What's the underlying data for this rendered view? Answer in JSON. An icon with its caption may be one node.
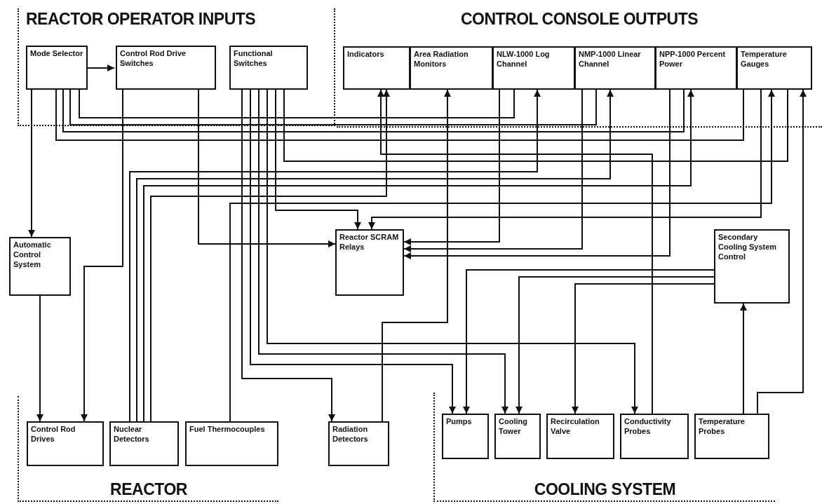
{
  "diagram": {
    "nodes": [
      {
        "text": [
          "REACTOR OPERATOR INPUTS"
        ]
      },
      {
        "text": [
          "Mode Selector"
        ],
        "in": 0
      },
      {
        "text": [
          "Control Rod Drive Switches"
        ],
        "in": 0
      },
      {
        "text": [
          "Functional Switches"
        ],
        "in": 0
      },
      {
        "text": [
          "CONTROL CONSOLE OUTPUTS"
        ]
      },
      {
        "text": [
          "Indicators"
        ],
        "in": 4
      },
      {
        "text": [
          "Area Radiation Monitors"
        ],
        "in": 4
      },
      {
        "text": [
          "NLW-1000 Log Channel"
        ],
        "in": 4
      },
      {
        "text": [
          "NMP-1000 Linear Channel"
        ],
        "in": 4
      },
      {
        "text": [
          "NPP-1000 Percent Power"
        ],
        "in": 4
      },
      {
        "text": [
          "Temperature Gauges"
        ],
        "in": 4
      },
      {
        "text": [
          "Automatic Control System"
        ]
      },
      {
        "text": [
          "Reactor SCRAM Relays"
        ]
      },
      {
        "text": [
          "Secondary Cooling System Control"
        ]
      },
      {
        "text": [
          "REACTOR"
        ]
      },
      {
        "text": [
          "Control Rod Drives"
        ],
        "in": 14
      },
      {
        "text": [
          "Nuclear Detectors"
        ],
        "in": 14
      },
      {
        "text": [
          "Fuel Thermocouples"
        ],
        "in": 14
      },
      {
        "text": [
          "Radiation Detectors"
        ]
      },
      {
        "text": [
          "COOLING SYSTEM"
        ]
      },
      {
        "text": [
          "Pumps"
        ],
        "in": 19
      },
      {
        "text": [
          "Cooling Tower"
        ],
        "in": 19
      },
      {
        "text": [
          "Recirculation Valve"
        ],
        "in": 19
      },
      {
        "text": [
          "Conductivity Probes"
        ],
        "in": 19
      },
      {
        "text": [
          "Temperature Probes"
        ],
        "in": 19
      }
    ],
    "edges": [
      {
        "from": 1,
        "to": 2,
        "arrow": "to"
      },
      {
        "from": 1,
        "to": 11,
        "arrow": "to"
      },
      {
        "from": 11,
        "to": 15,
        "arrow": "to"
      },
      {
        "from": 2,
        "to": 15,
        "arrow": "to"
      },
      {
        "from": 2,
        "to": 12,
        "arrow": "to"
      },
      {
        "from": 1,
        "to": 7,
        "arrow": "to"
      },
      {
        "from": 1,
        "to": 8,
        "arrow": "to"
      },
      {
        "from": 1,
        "to": 9,
        "arrow": "to"
      },
      {
        "from": 1,
        "to": 10,
        "arrow": "to"
      },
      {
        "from": 3,
        "to": 10,
        "arrow": "to"
      },
      {
        "from": 3,
        "to": 12,
        "arrow": "to"
      },
      {
        "from": 3,
        "to": 23,
        "arrow": "to"
      },
      {
        "from": 3,
        "to": 21,
        "arrow": "to"
      },
      {
        "from": 3,
        "to": 20,
        "arrow": "to"
      },
      {
        "from": 3,
        "to": 18,
        "arrow": "to"
      },
      {
        "from": 16,
        "to": 7,
        "arrow": "to"
      },
      {
        "from": 16,
        "to": 8,
        "arrow": "to"
      },
      {
        "from": 16,
        "to": 9,
        "arrow": "to"
      },
      {
        "from": 16,
        "to": 5,
        "arrow": "to"
      },
      {
        "from": 17,
        "to": 10,
        "arrow": "to"
      },
      {
        "from": 18,
        "to": 6,
        "arrow": "to"
      },
      {
        "from": 7,
        "to": 12,
        "arrow": "to"
      },
      {
        "from": 8,
        "to": 12,
        "arrow": "to"
      },
      {
        "from": 9,
        "to": 12,
        "arrow": "to"
      },
      {
        "from": 10,
        "to": 12,
        "arrow": "to"
      },
      {
        "from": 13,
        "to": 20,
        "arrow": "to"
      },
      {
        "from": 13,
        "to": 21,
        "arrow": "to"
      },
      {
        "from": 13,
        "to": 22,
        "arrow": "to"
      },
      {
        "from": 24,
        "to": 13,
        "arrow": "to"
      },
      {
        "from": 24,
        "to": 10,
        "arrow": "to"
      },
      {
        "from": 23,
        "to": 5,
        "arrow": "to"
      }
    ]
  }
}
